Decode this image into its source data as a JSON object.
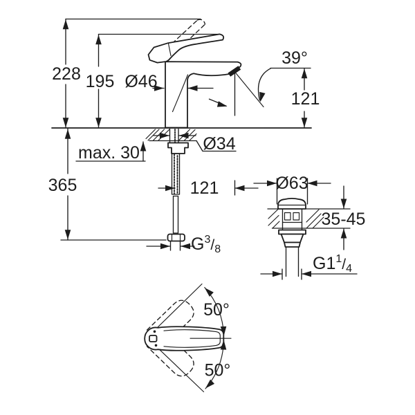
{
  "faucet_view": {
    "total_height": "228",
    "body_height": "195",
    "base_diameter": "Ø46",
    "spout_angle": "39°",
    "outlet_height": "121",
    "max_deck_thickness": "max. 30",
    "mounting_hole_diameter": "Ø34",
    "hose_length": "365",
    "spout_reach": "121",
    "supply_thread_prefix": "G",
    "supply_thread_numerator": "3",
    "supply_thread_slash": "/",
    "supply_thread_denominator": "8"
  },
  "drain_view": {
    "flange_diameter": "Ø63",
    "deck_thickness_range": "35-45",
    "thread_prefix": "G1",
    "thread_numerator": "1",
    "thread_slash": "/",
    "thread_denominator": "4"
  },
  "handle_view": {
    "swivel_angle_up": "50°",
    "swivel_angle_down": "50°"
  },
  "colors": {
    "line": "#1d1d1d",
    "background": "#ffffff"
  }
}
